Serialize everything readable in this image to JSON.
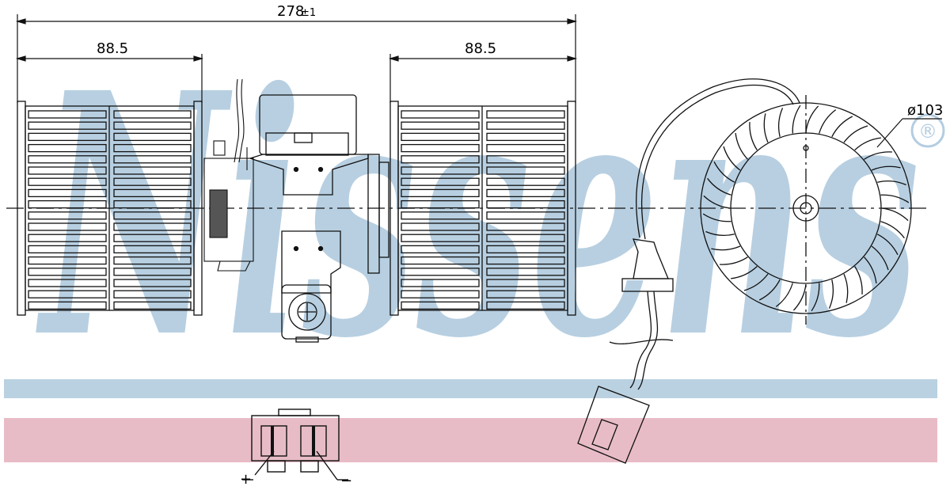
{
  "dimensions": {
    "overall_length": "278",
    "overall_tolerance": "±1",
    "left_cage_length": "88.5",
    "right_cage_length": "88.5",
    "fan_diameter": "ø103"
  },
  "connector": {
    "positive": "+",
    "negative": "−"
  },
  "watermark": {
    "brand": "Nissens",
    "registered": "®"
  },
  "colors": {
    "watermark_blue": "#b4cde0",
    "band_blue": "#bad1e1",
    "band_pink": "#e8bcc7",
    "line": "#111111"
  }
}
